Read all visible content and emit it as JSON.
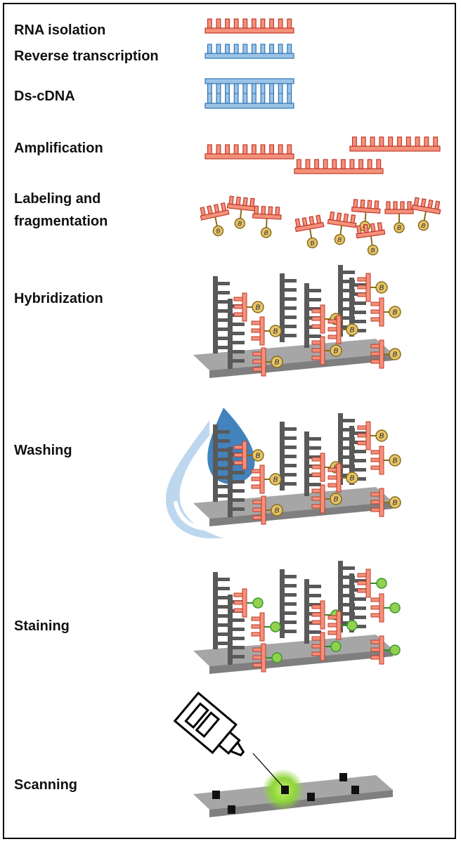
{
  "steps": [
    {
      "label": "RNA isolation"
    },
    {
      "label": "Reverse transcription"
    },
    {
      "label": "Ds-cDNA"
    },
    {
      "label": "Amplification"
    },
    {
      "label": "Labeling and fragmentation",
      "line1": "Labeling and",
      "line2": "fragmentation"
    },
    {
      "label": "Hybridization"
    },
    {
      "label": "Washing"
    },
    {
      "label": "Staining"
    },
    {
      "label": "Scanning"
    }
  ],
  "biotin_symbol": "B",
  "colors": {
    "rna": "#f4917a",
    "rna_stroke": "#c0392b",
    "dna": "#9cc3e6",
    "dna_stroke": "#2e75b6",
    "probe": "#595959",
    "chip": "#a6a6a6",
    "biotin": "#e6c46a",
    "stain": "#92d050",
    "water_dark": "#2e75b6",
    "water_light": "#bdd7ee"
  }
}
